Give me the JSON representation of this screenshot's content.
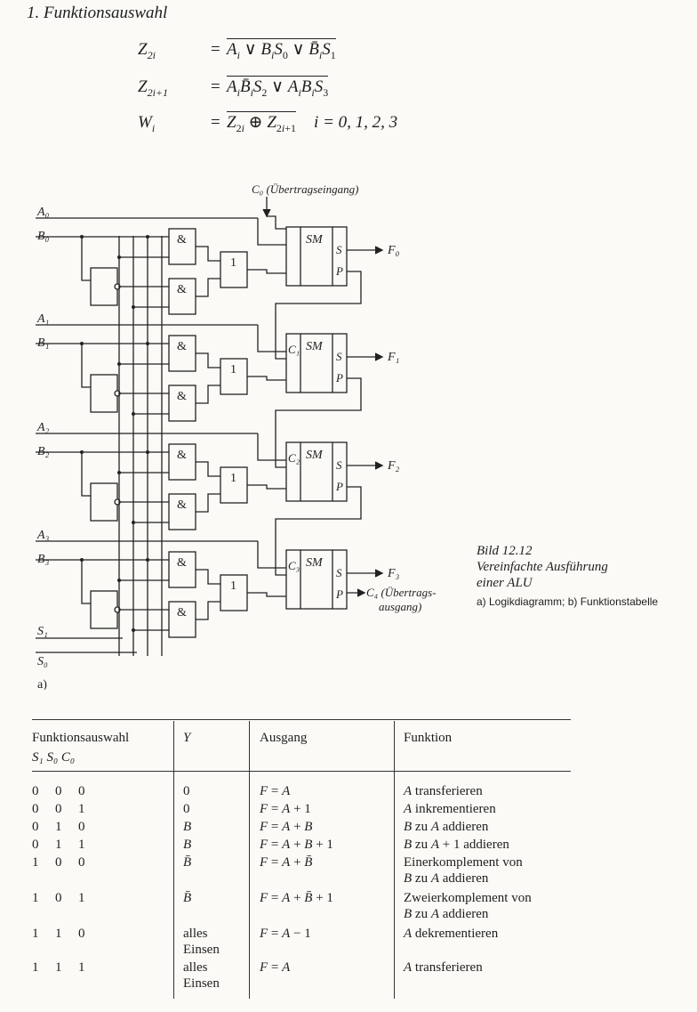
{
  "heading": "1. Funktionsauswahl",
  "equations": [
    {
      "lhs": "Z",
      "lhs_sub": "2i",
      "rhs_html": "<i>A<sub>i</sub></i> ∨ <i>B<sub>i</sub>S</i><sub>0</sub> ∨ <i>B̄<sub>i</sub>S</i><sub>1</sub>",
      "tail": ""
    },
    {
      "lhs": "Z",
      "lhs_sub": "2i+1",
      "rhs_html": "<i>A<sub>i</sub>B̄<sub>i</sub>S</i><sub>2</sub> ∨ <i>A<sub>i</sub>B<sub>i</sub>S</i><sub>3</sub>",
      "tail": ""
    },
    {
      "lhs": "W",
      "lhs_sub": "i",
      "rhs_html": "<i>Z</i><sub>2<i>i</i></sub> ⊕ <i>Z</i><sub>2<i>i</i>+1</sub>",
      "tail": "i = 0, 1, 2, 3"
    }
  ],
  "diagram": {
    "carry_in_label": "C₀ (Übertragseingang)",
    "and_label": "&",
    "or_label": "1",
    "sm_label": "SM",
    "s_label": "S",
    "p_label": "P",
    "panel_label": "a)",
    "stages": [
      {
        "a": "A₀",
        "b": "B₀",
        "c": "",
        "f": "F₀"
      },
      {
        "a": "A₁",
        "b": "B₁",
        "c": "C₁",
        "f": "F₁"
      },
      {
        "a": "A₂",
        "b": "B₂",
        "c": "C₂",
        "f": "F₂"
      },
      {
        "a": "A₃",
        "b": "B₃",
        "c": "C₃",
        "f": "F₃"
      }
    ],
    "select_labels": [
      "S₁",
      "S₀"
    ],
    "carry_out_line1": "C₄ (Übertrags-",
    "carry_out_line2": "ausgang)"
  },
  "caption": {
    "title": "Bild 12.12",
    "line2": "Vereinfachte Ausführung",
    "line3": "einer ALU",
    "sub": "a) Logikdiagramm; b) Funktionstabelle"
  },
  "table": {
    "headers": {
      "selection": "Funktionsauswahl",
      "selection_vars": "S₁  S₀  C₀",
      "y": "Y",
      "output": "Ausgang",
      "function": "Funktion"
    },
    "rows": [
      {
        "s1": "0",
        "s0": "0",
        "c0": "0",
        "y": "0",
        "y_italic": false,
        "out": "F = A",
        "fn": [
          "<i>A</i> transferieren"
        ]
      },
      {
        "s1": "0",
        "s0": "0",
        "c0": "1",
        "y": "0",
        "y_italic": false,
        "out": "F = A + 1",
        "fn": [
          "<i>A</i> inkrementieren"
        ]
      },
      {
        "s1": "0",
        "s0": "1",
        "c0": "0",
        "y": "B",
        "y_italic": true,
        "out": "F = A + B",
        "fn": [
          "<i>B</i> zu <i>A</i> addieren"
        ]
      },
      {
        "s1": "0",
        "s0": "1",
        "c0": "1",
        "y": "B",
        "y_italic": true,
        "out": "F = A + B + 1",
        "fn": [
          "<i>B</i> zu <i>A</i> + 1 addieren"
        ]
      },
      {
        "s1": "1",
        "s0": "0",
        "c0": "0",
        "y": "B̄",
        "y_italic": true,
        "out": "F = A + B̄",
        "fn": [
          "Einerkomplement von",
          "<i>B</i> zu <i>A</i> addieren"
        ]
      },
      {
        "s1": "1",
        "s0": "0",
        "c0": "1",
        "y": "B̄",
        "y_italic": true,
        "out": "F = A + B̄ + 1",
        "fn": [
          "Zweierkomplement von",
          "<i>B</i> zu <i>A</i> addieren"
        ]
      },
      {
        "s1": "1",
        "s0": "1",
        "c0": "0",
        "y": "alles\nEinsen",
        "y_italic": false,
        "out": "F = A − 1",
        "fn": [
          "<i>A</i> dekrementieren"
        ]
      },
      {
        "s1": "1",
        "s0": "1",
        "c0": "1",
        "y": "alles\nEinsen",
        "y_italic": false,
        "out": "F = A",
        "fn": [
          "<i>A</i> transferieren"
        ]
      }
    ]
  }
}
